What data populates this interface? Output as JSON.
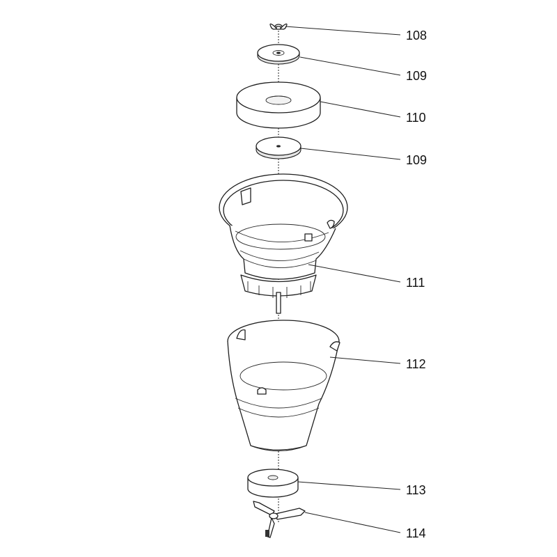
{
  "callouts": [
    {
      "id": "c108",
      "label": "108"
    },
    {
      "id": "c109a",
      "label": "109"
    },
    {
      "id": "c110",
      "label": "110"
    },
    {
      "id": "c109b",
      "label": "109"
    },
    {
      "id": "c111",
      "label": "111"
    },
    {
      "id": "c112",
      "label": "112"
    },
    {
      "id": "c113",
      "label": "113"
    },
    {
      "id": "c114",
      "label": "114"
    }
  ]
}
